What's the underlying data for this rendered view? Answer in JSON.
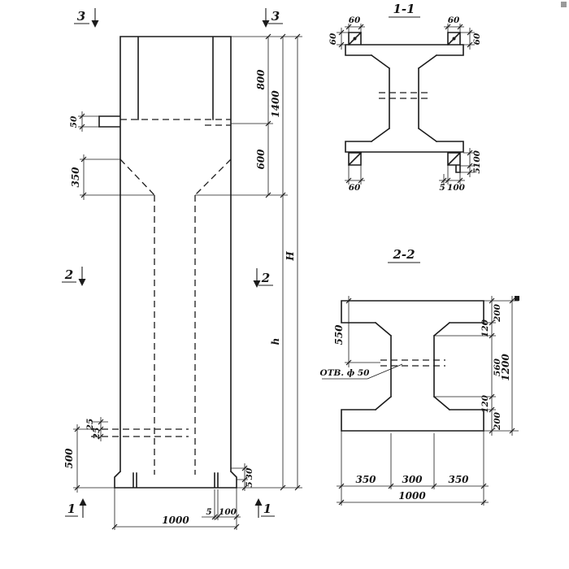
{
  "elevation": {
    "markers": {
      "top_left": "3",
      "top_right": "3",
      "mid_left": "2",
      "mid_right": "2",
      "bottom_left": "1",
      "bottom_right": "1"
    },
    "dims": {
      "ledge_50": "50",
      "taper_350": "350",
      "base_500": "500",
      "gap_25a": "25",
      "gap_25b": "25",
      "seg_800": "800",
      "seg_600": "600",
      "seg_1400": "1400",
      "shaft_h": "h",
      "overall_H": "H",
      "foot_30": "30",
      "foot_5v": "5",
      "foot_5": "5",
      "foot_100": "100",
      "width_1000": "1000"
    }
  },
  "section11": {
    "title": "1-1",
    "dims": {
      "plate_w_left": "60",
      "plate_w_right": "60",
      "plate_h_left": "60",
      "plate_h_right": "60",
      "angle_60": "60",
      "seat_5": "5",
      "seat_100": "100",
      "side_100": "100",
      "side_5": "5"
    }
  },
  "section22": {
    "title": "2-2",
    "hole_label": "ОТВ. ф 50",
    "dims": {
      "depth_550": "550",
      "flange_top_200": "200",
      "taper_top_120": "120",
      "web_560": "560",
      "taper_bot_120": "120",
      "flange_bot_200": "200",
      "height_1200": "1200",
      "bottom_350l": "350",
      "bottom_300": "300",
      "bottom_350r": "350",
      "width_1000": "1000"
    }
  }
}
